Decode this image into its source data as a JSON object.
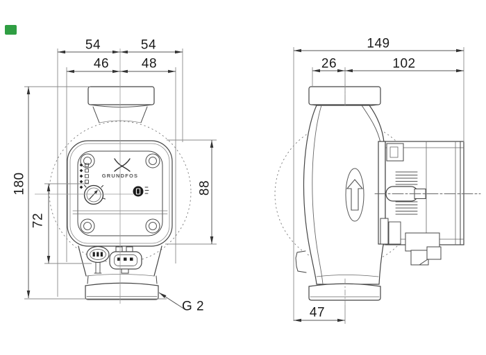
{
  "colors": {
    "outline": "#444444",
    "dimension_line": "#8a8a8a",
    "text": "#1a1a1a",
    "accent_green": "#2f9e43"
  },
  "badge": {
    "color": "#2f9e43",
    "css": "background:#2f9e43"
  },
  "front_view": {
    "logo": "GRUNDFOS",
    "dims": {
      "width_left": "54",
      "width_right": "54",
      "port_left": "46",
      "port_right": "48",
      "overall_height": "180",
      "lower_height": "72",
      "box_height": "88",
      "thread_label": "G 2"
    }
  },
  "side_view": {
    "dims": {
      "overall_depth": "149",
      "front_depth": "26",
      "rear_depth": "102",
      "port_offset": "47"
    }
  }
}
